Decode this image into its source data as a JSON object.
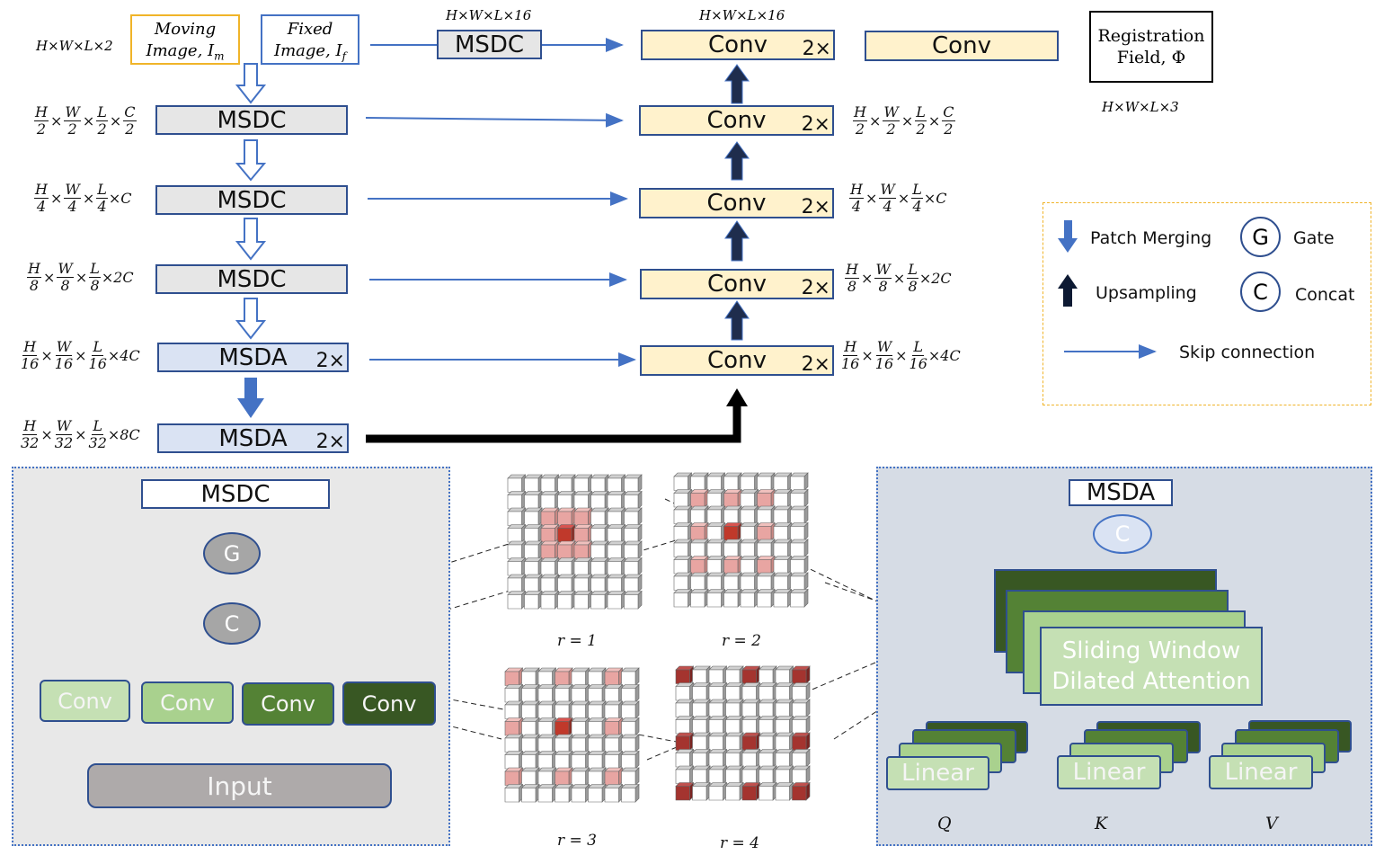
{
  "inputs": {
    "moving": "Moving Image, I",
    "moving_sub": "m",
    "fixed": "Fixed Image, I",
    "fixed_sub": "f",
    "input_dims": "H×W×L×2",
    "top_msdc_dims": "H×W×L×16",
    "top_conv_dims": "H×W×L×16",
    "output_dims": "H×W×L×3"
  },
  "blocks": {
    "msdc": "MSDC",
    "msda": "MSDA",
    "conv": "Conv",
    "times2": "2×",
    "registration_line1": "Registration",
    "registration_line2": "Field, Φ"
  },
  "encoder_dims": [
    {
      "h": "H",
      "w": "W",
      "l": "L",
      "hd": "2",
      "wd": "2",
      "ld": "2",
      "c": "C",
      "cd": "2",
      "tail": ""
    },
    {
      "h": "H",
      "w": "W",
      "l": "L",
      "hd": "4",
      "wd": "4",
      "ld": "4",
      "c": "",
      "cd": "",
      "tail": "×C"
    },
    {
      "h": "H",
      "w": "W",
      "l": "L",
      "hd": "8",
      "wd": "8",
      "ld": "8",
      "c": "",
      "cd": "",
      "tail": "×2C"
    },
    {
      "h": "H",
      "w": "W",
      "l": "L",
      "hd": "16",
      "wd": "16",
      "ld": "16",
      "c": "",
      "cd": "",
      "tail": "×4C"
    },
    {
      "h": "H",
      "w": "W",
      "l": "L",
      "hd": "32",
      "wd": "32",
      "ld": "32",
      "c": "",
      "cd": "",
      "tail": "×8C"
    }
  ],
  "legend": {
    "patch_merging": "Patch Merging",
    "upsampling": "Upsampling",
    "skip": "Skip connection",
    "gate_letter": "G",
    "gate": "Gate",
    "concat_letter": "C",
    "concat": "Concat"
  },
  "msdc_panel": {
    "title": "MSDC",
    "gate": "G",
    "concat": "C",
    "convs": [
      "Conv",
      "Conv",
      "Conv",
      "Conv"
    ],
    "input": "Input"
  },
  "grids": {
    "r_values": [
      "r = 1",
      "r = 2",
      "r = 3",
      "r = 4"
    ]
  },
  "msda_panel": {
    "title": "MSDA",
    "concat": "C",
    "attention_line1": "Sliding Window",
    "attention_line2": "Dilated Attention",
    "linear": "Linear",
    "qkv": [
      "Q",
      "K",
      "V"
    ]
  },
  "colors": {
    "box_border": "#2f4f8f",
    "gray_fill": "#e6e6e6",
    "blue_fill": "#dae3f3",
    "conv_fill": "#fff2cc",
    "arrow_blue": "#4472c4",
    "light_green": "#c5e0b4",
    "mid_green": "#a9d18e",
    "dark_green": "#548235",
    "darkest_green": "#385723",
    "red_cube": "#c0504d"
  }
}
